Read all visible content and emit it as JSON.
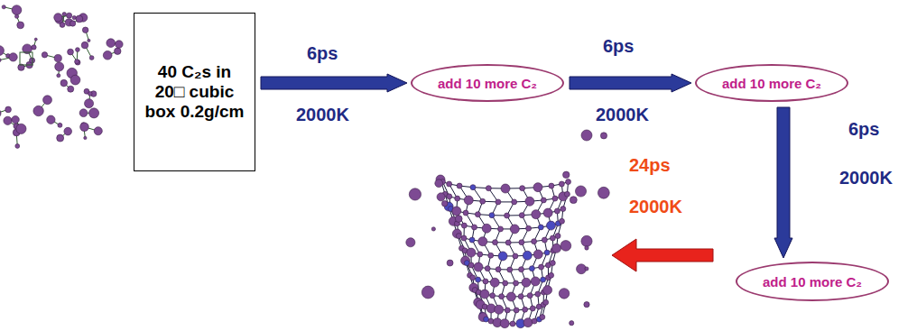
{
  "diagram": {
    "nodes": [
      {
        "text": [
          "40 C₂s in 20□ cubic box 0.2g/cm"
        ]
      },
      {
        "text": [
          "add 10 more C₂"
        ]
      },
      {
        "text": [
          "add 10 more C₂"
        ]
      },
      {
        "text": [
          "add 10 more C₂"
        ]
      }
    ],
    "edges": [
      {
        "from": 0,
        "to": 1,
        "arrow": "to",
        "label": "6ps"
      },
      {
        "from": 1,
        "to": 2,
        "arrow": "to",
        "label": "6ps"
      },
      {
        "from": 2,
        "to": 3,
        "arrow": "to",
        "label": "6ps"
      }
    ],
    "labels": [
      "2000K",
      "2000K",
      "2000K",
      "24ps",
      "2000K"
    ]
  }
}
